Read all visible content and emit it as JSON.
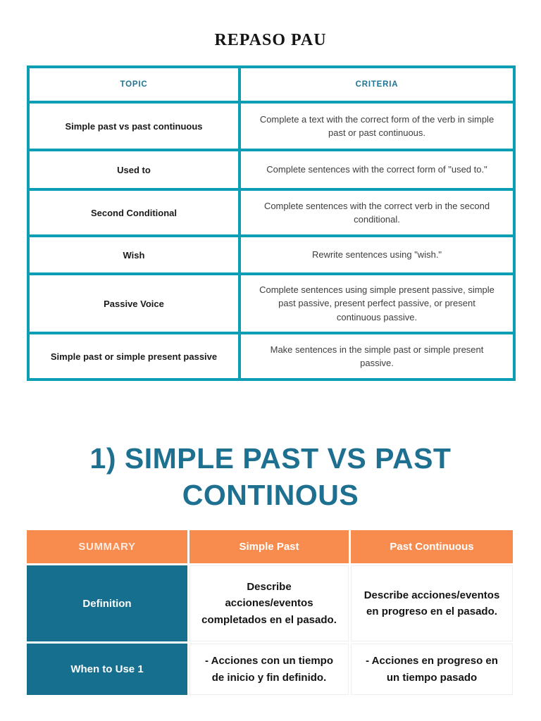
{
  "page": {
    "title": "REPASO PAU"
  },
  "colors": {
    "teal-border": "#0C9EB5",
    "teal-fill": "#166F8E",
    "heading-teal": "#1E7090",
    "header-text": "#1E7494",
    "orange": "#F78C4E"
  },
  "criteria_table": {
    "headers": [
      "TOPIC",
      "CRITERIA"
    ],
    "rows": [
      {
        "topic": "Simple past vs past continuous",
        "criteria": "Complete a text with the correct form of the verb in simple past or past continuous."
      },
      {
        "topic": "Used to",
        "criteria": "Complete sentences with the correct form of \"used to.\""
      },
      {
        "topic": "Second Conditional",
        "criteria": "Complete sentences with the correct verb in the second conditional."
      },
      {
        "topic": "Wish",
        "criteria": "Rewrite sentences using \"wish.\""
      },
      {
        "topic": "Passive Voice",
        "criteria": "Complete sentences using simple present passive, simple past passive, present perfect passive, or present continuous passive."
      },
      {
        "topic": "Simple past or simple present passive",
        "criteria": "Make sentences in the simple past or simple present passive."
      }
    ]
  },
  "section": {
    "heading_line1": "1) SIMPLE PAST VS PAST",
    "heading_line2": "CONTINOUS"
  },
  "summary_table": {
    "headers": [
      "SUMMARY",
      "Simple Past",
      "Past Continuous"
    ],
    "rows": [
      {
        "label": "Definition",
        "simple_past": "Describe acciones/eventos completados en el pasado.",
        "past_continuous": "Describe acciones/eventos en progreso en el pasado."
      },
      {
        "label": "When to Use 1",
        "simple_past": "- Acciones con un tiempo de inicio y fin definido.",
        "past_continuous": "- Acciones en progreso en un tiempo pasado"
      }
    ]
  }
}
